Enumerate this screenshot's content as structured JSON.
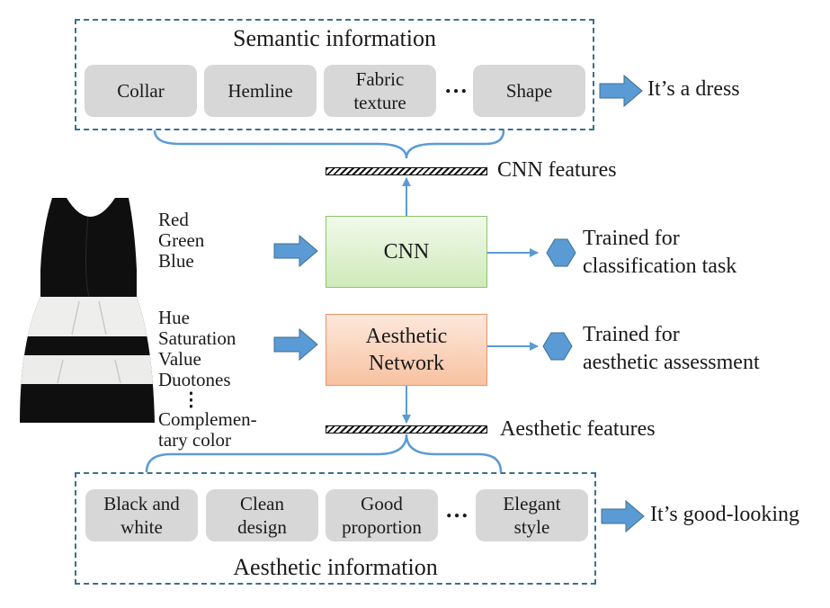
{
  "semantic": {
    "title": "Semantic information",
    "items": [
      {
        "lines": [
          "Collar"
        ]
      },
      {
        "lines": [
          "Hemline"
        ]
      },
      {
        "lines": [
          "Fabric",
          "texture"
        ]
      },
      {
        "lines": [
          "Shape"
        ]
      }
    ],
    "ellipsis": "…",
    "result": "It’s a dress"
  },
  "cnn": {
    "features_label": "CNN features",
    "box_label": "CNN",
    "inputs": [
      "Red",
      "Green",
      "Blue"
    ],
    "trained_lines": [
      "Trained for",
      "classification task"
    ]
  },
  "aesthetic_network": {
    "box_lines": [
      "Aesthetic",
      "Network"
    ],
    "inputs": [
      "Hue",
      "Saturation",
      "Value",
      "Duotones",
      "⋮",
      "Complemen-",
      "tary color"
    ],
    "trained_lines": [
      "Trained for",
      "aesthetic assessment"
    ],
    "features_label": "Aesthetic features"
  },
  "aesthetic": {
    "title": "Aesthetic information",
    "items": [
      {
        "lines": [
          "Black and",
          "white"
        ]
      },
      {
        "lines": [
          "Clean",
          "design"
        ]
      },
      {
        "lines": [
          "Good",
          "proportion"
        ]
      },
      {
        "lines": [
          "Elegant",
          "style"
        ]
      }
    ],
    "ellipsis": "…",
    "result": "It’s good-looking"
  },
  "colors": {
    "arrow_blue": "#5b9bd5",
    "line_blue": "#5b9bd5",
    "dash_border": "#3d6f8e",
    "pill_gray": "#d7d7d7",
    "cnn_green": "#cfeabb",
    "aesthetic_orange": "#f7c2a1"
  }
}
